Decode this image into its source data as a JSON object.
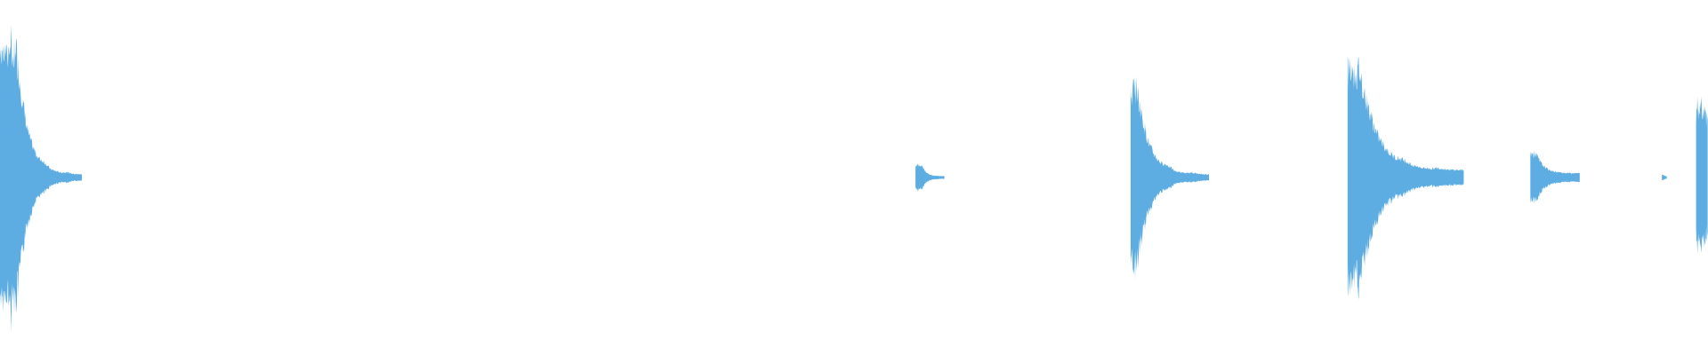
{
  "waveform": {
    "color": "#5DADE2",
    "background": "#ffffff",
    "bursts": [
      {
        "name": "burst-1",
        "start": 0.0,
        "attack": 0.0,
        "decay_end": 0.048,
        "peak": 0.96,
        "tail_level": 0.02,
        "attack_len": 0.009
      },
      {
        "name": "burst-2",
        "start": 0.536,
        "attack": 0.002,
        "decay_end": 0.553,
        "peak": 0.09,
        "tail_level": 0.01,
        "attack_len": 0.004
      },
      {
        "name": "burst-3",
        "start": 0.662,
        "attack": 0.002,
        "decay_end": 0.708,
        "peak": 0.66,
        "tail_level": 0.02,
        "attack_len": 0.003
      },
      {
        "name": "burst-4",
        "start": 0.789,
        "attack": 0.002,
        "decay_end": 0.857,
        "peak": 0.8,
        "tail_level": 0.05,
        "attack_len": 0.006
      },
      {
        "name": "burst-5",
        "start": 0.896,
        "attack": 0.001,
        "decay_end": 0.925,
        "peak": 0.18,
        "tail_level": 0.03,
        "attack_len": 0.003
      },
      {
        "name": "burst-6",
        "start": 0.973,
        "attack": 0.001,
        "decay_end": 0.976,
        "peak": 0.02,
        "tail_level": 0.01,
        "attack_len": 0.001
      },
      {
        "name": "burst-7",
        "start": 0.993,
        "attack": 0.002,
        "decay_end": 1.0,
        "peak": 0.52,
        "tail_level": 0.4,
        "attack_len": 0.005
      }
    ]
  }
}
